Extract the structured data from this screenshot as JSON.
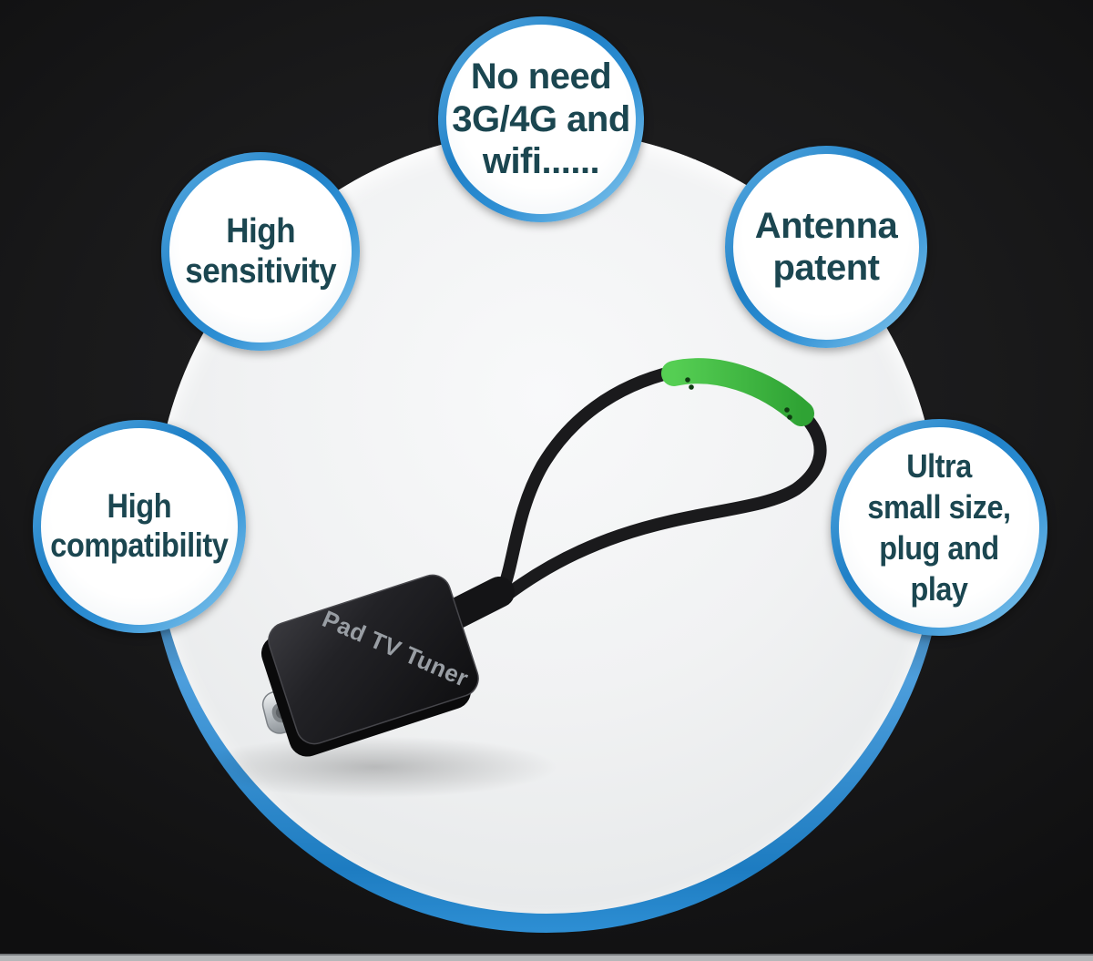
{
  "scene": {
    "background_color": "#141416",
    "stage_circle_color": "#eef0f1",
    "accent_blue": "#2e8fd4",
    "bubble_text_color": "#1b4650",
    "bottom_bar_color": "#b4b7b9"
  },
  "bubbles": [
    {
      "id": "no-need-network",
      "lines": [
        "No need",
        "3G/4G and",
        "wifi......"
      ]
    },
    {
      "id": "high-sensitivity",
      "lines": [
        "High",
        "sensitivity"
      ]
    },
    {
      "id": "antenna-patent",
      "lines": [
        "Antenna",
        "patent"
      ]
    },
    {
      "id": "high-compatibility",
      "lines": [
        "High",
        "compatibility"
      ]
    },
    {
      "id": "ultra-small-size",
      "lines": [
        "Ultra",
        "small size,",
        "plug and play"
      ]
    }
  ],
  "device": {
    "label": "Pad TV Tuner",
    "body_color": "#1a1a1d",
    "antenna_tip_color": "#3cb83c",
    "cable_color": "#1a1a1c",
    "connector_type": "USB-C"
  }
}
